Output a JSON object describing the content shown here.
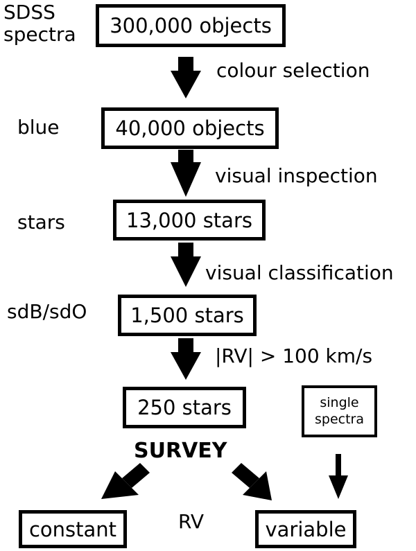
{
  "nodes": {
    "objects_300k": "300,000 objects",
    "objects_40k": "40,000 objects",
    "stars_13k": "13,000 stars",
    "stars_1500": "1,500 stars",
    "stars_250": "250 stars",
    "single_spectra": [
      "single",
      "spectra"
    ],
    "constant": "constant",
    "variable": "variable"
  },
  "side_labels": {
    "sdss_spectra": [
      "SDSS",
      "spectra"
    ],
    "blue": "blue",
    "stars": "stars",
    "sdb_sdo": "sdB/sdO"
  },
  "step_labels": {
    "colour_selection": "colour selection",
    "visual_inspection": "visual inspection",
    "visual_classification": "visual classification",
    "rv_cut": "|RV| > 100 km/s"
  },
  "survey_label": "SURVEY",
  "rv_label": "RV"
}
